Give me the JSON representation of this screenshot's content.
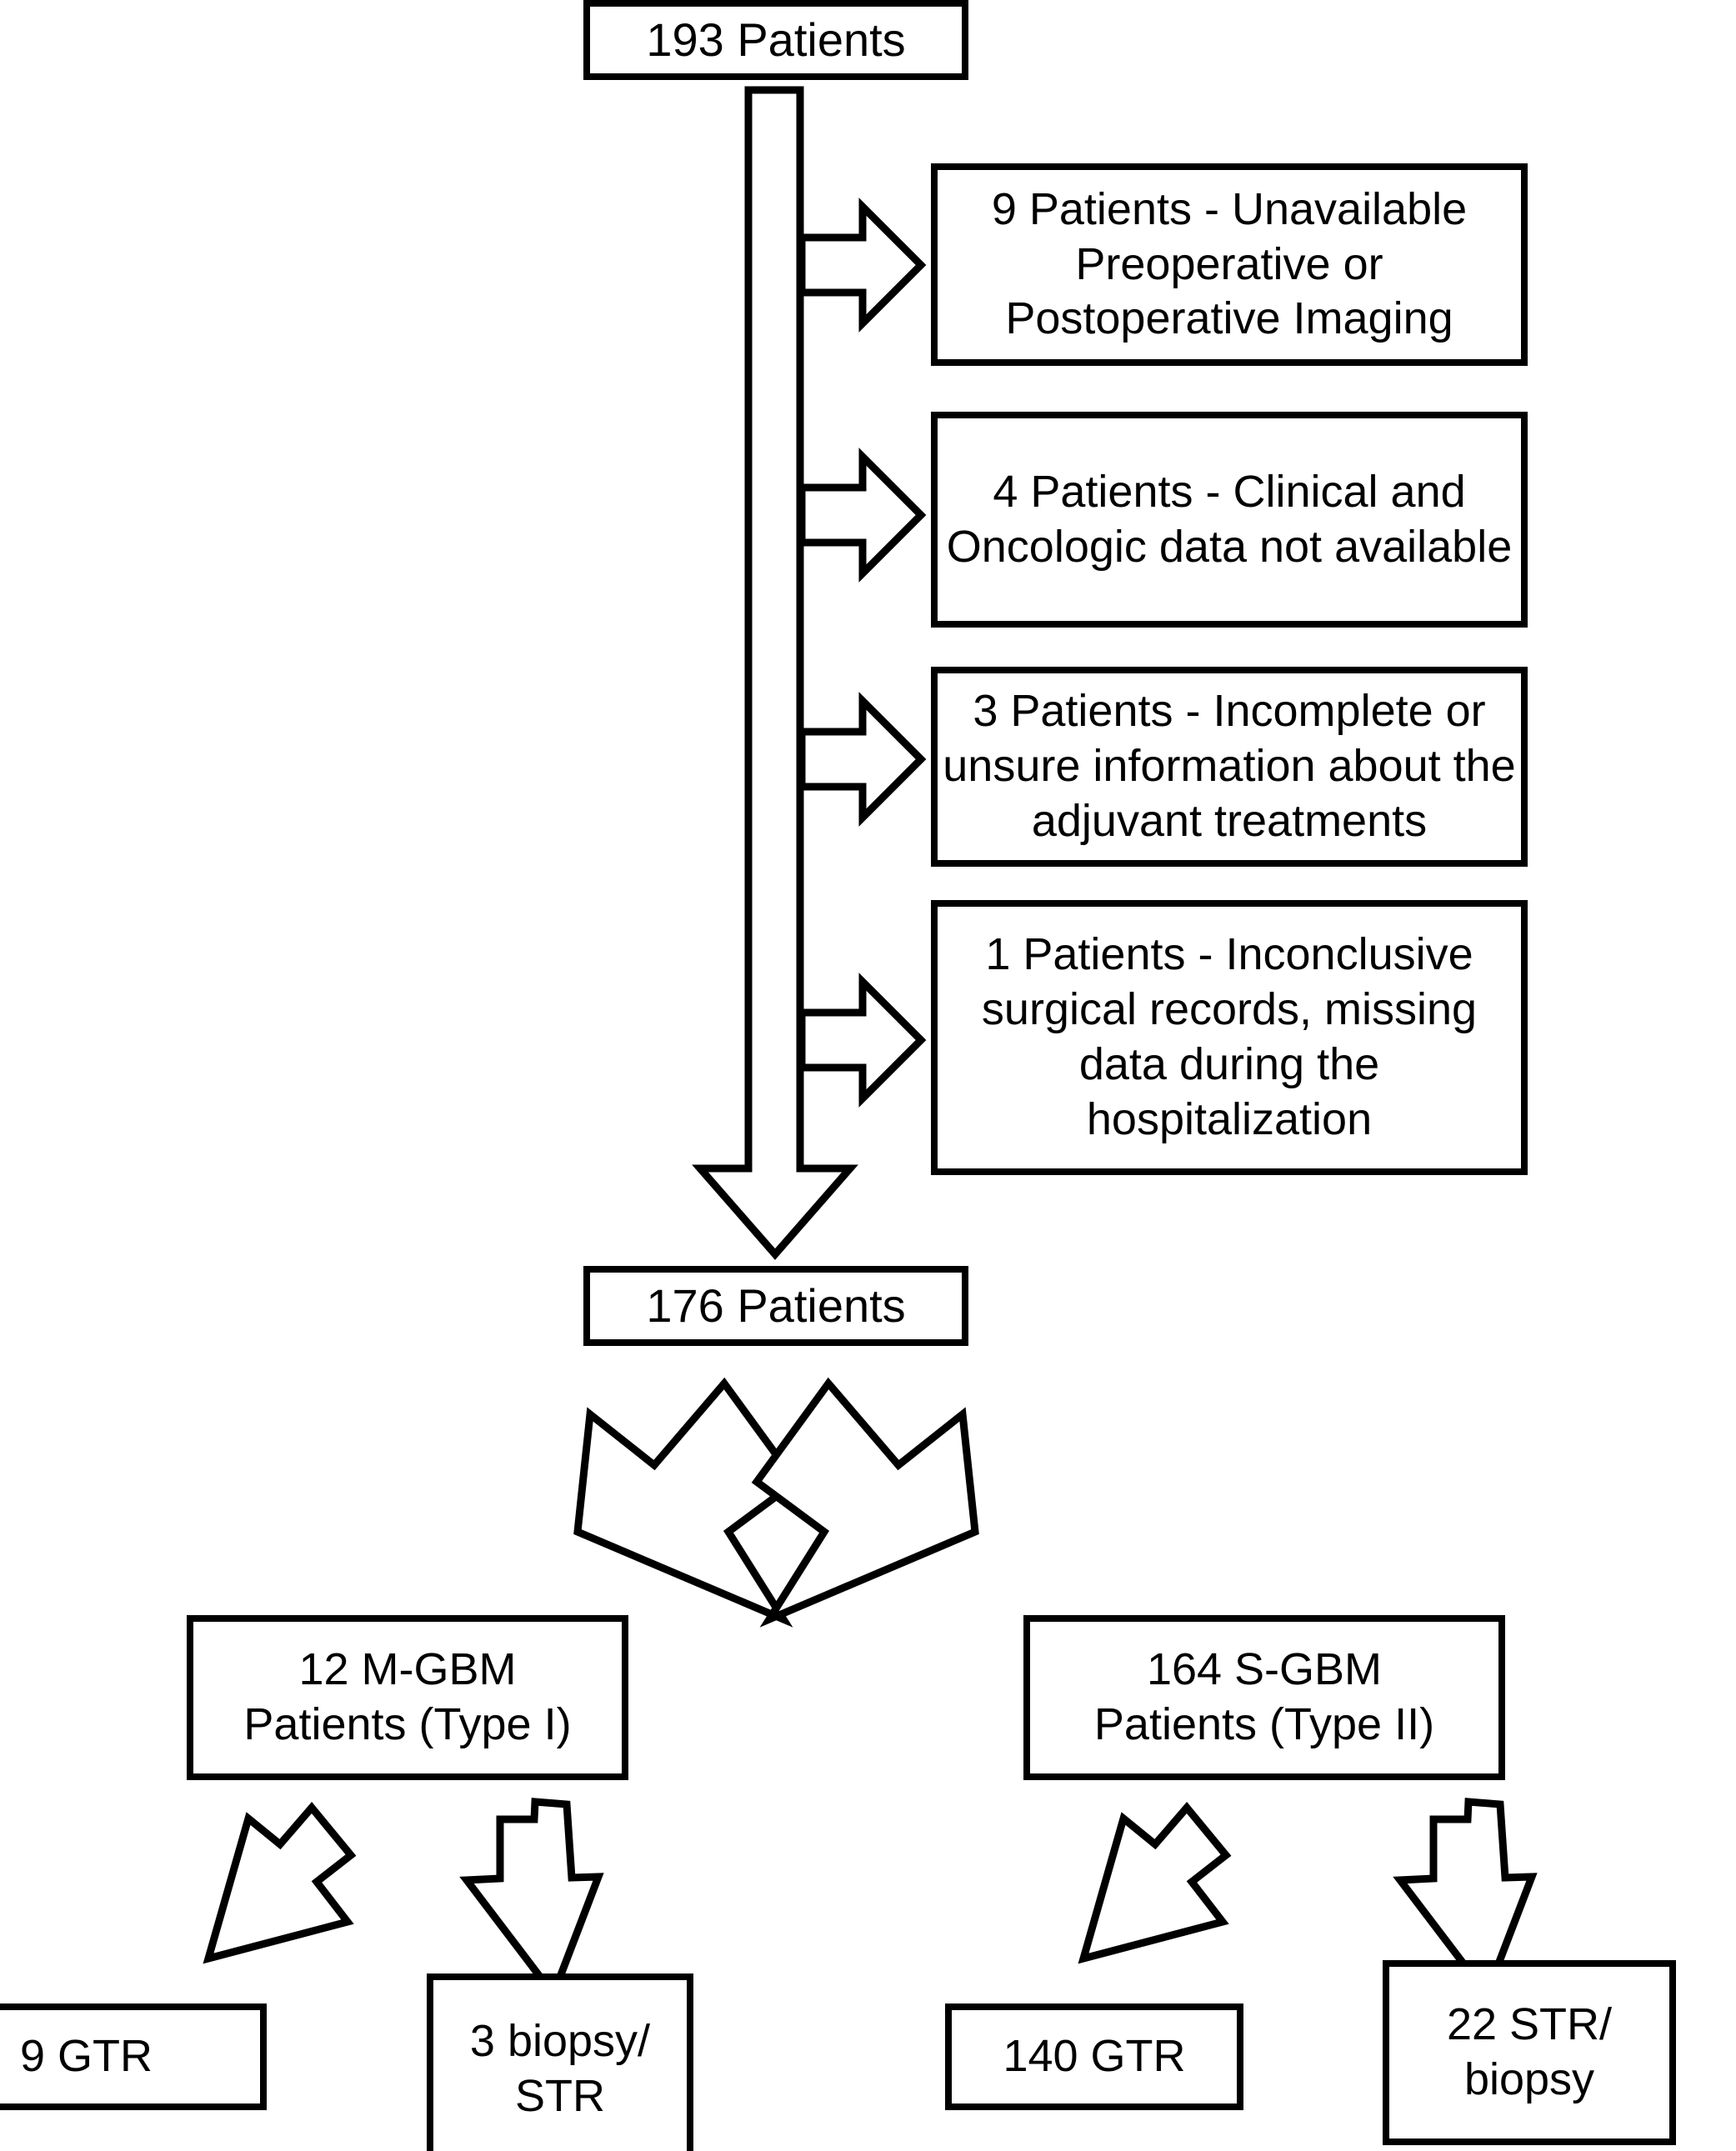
{
  "diagram": {
    "title_node": "193 Patients",
    "nodes": {
      "total": "193 Patients",
      "included": "176 Patients",
      "exclusion_1": "9 Patients - Unavailable Preoperative or Postoperative Imaging",
      "exclusion_2": "4 Patients - Clinical and Oncologic data not available",
      "exclusion_3": "3 Patients - Incomplete or unsure information about the adjuvant treatments",
      "exclusion_4": "1 Patients - Inconclusive surgical records, missing data during the hospitalization",
      "group_left": "12 M-GBM\nPatients (Type I)",
      "group_right": "164 S-GBM\nPatients (Type II)",
      "outcome_1": "9 GTR",
      "outcome_2": "3 biopsy/\nSTR",
      "outcome_3": "140 GTR",
      "outcome_4": "22 STR/\nbiopsy"
    },
    "colors": {
      "stroke": "#000000",
      "fill": "#ffffff"
    },
    "arrow_names": [
      "trunk-down-arrow",
      "exclusion-arrow-1",
      "exclusion-arrow-2",
      "exclusion-arrow-3",
      "exclusion-arrow-4",
      "split-arrow-left",
      "split-arrow-right",
      "outcome-arrow-1",
      "outcome-arrow-2",
      "outcome-arrow-3",
      "outcome-arrow-4"
    ]
  }
}
